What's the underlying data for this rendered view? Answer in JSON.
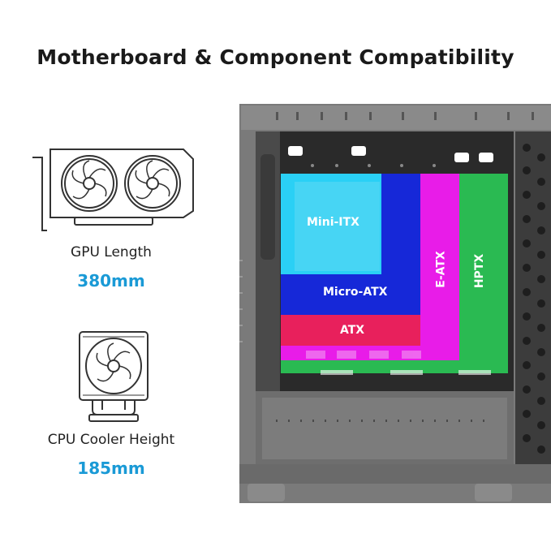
{
  "title": "Motherboard & Component Compatibility",
  "gpu": {
    "label": "GPU Length",
    "value": "380mm",
    "icon": "gpu-icon"
  },
  "cooler": {
    "label": "CPU Cooler Height",
    "value": "185mm",
    "icon": "cpu-cooler-icon"
  },
  "form_factors": [
    {
      "name": "Mini-ITX",
      "color": "#2ad0f5"
    },
    {
      "name": "Micro-ATX",
      "color": "#1628d8"
    },
    {
      "name": "ATX",
      "color": "#e8205c"
    },
    {
      "name": "E-ATX",
      "color": "#e81ce8"
    },
    {
      "name": "HPTX",
      "color": "#2aba52"
    }
  ],
  "colors": {
    "accent": "#1a9ad6",
    "case_frame": "#6a6a6a",
    "case_dark": "#2a2a2a"
  }
}
